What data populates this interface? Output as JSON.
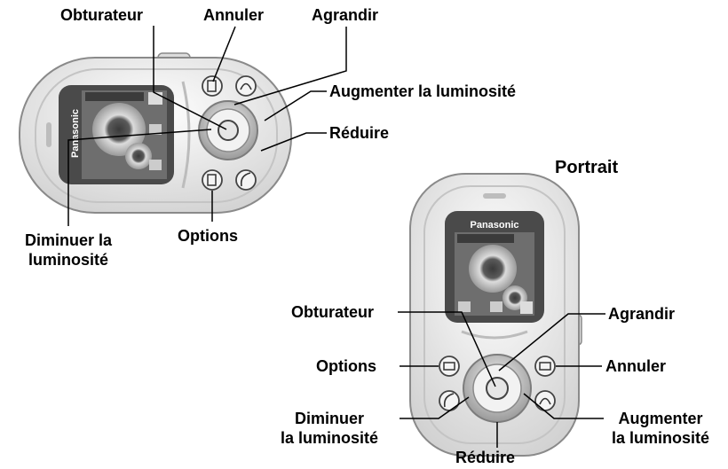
{
  "diagram": {
    "landscape": {
      "brand": "Panasonic",
      "labels": {
        "obturateur": "Obturateur",
        "annuler": "Annuler",
        "agrandir": "Agrandir",
        "augmenter": "Augmenter la luminosité",
        "reduire": "Réduire",
        "diminuer_line1": "Diminuer la",
        "diminuer_line2": "luminosité",
        "options": "Options"
      }
    },
    "portrait": {
      "title": "Portrait",
      "brand": "Panasonic",
      "labels": {
        "obturateur": "Obturateur",
        "agrandir": "Agrandir",
        "options": "Options",
        "annuler": "Annuler",
        "diminuer_line1": "Diminuer",
        "diminuer_line2": "la luminosité",
        "augmenter_line1": "Augmenter",
        "augmenter_line2": "la luminosité",
        "reduire": "Réduire"
      }
    },
    "colors": {
      "phone_body": "#e6e6e6",
      "phone_outline": "#8a8a8a",
      "screen_frame": "#4a4a4a",
      "screen_sky": "#6e6e6e",
      "flower_petal": "#d8d8d8"
    },
    "icons": [
      "shutter-key-icon",
      "soft-key-icon",
      "end-call-icon",
      "send-call-icon",
      "sunflower-image-icon"
    ]
  }
}
